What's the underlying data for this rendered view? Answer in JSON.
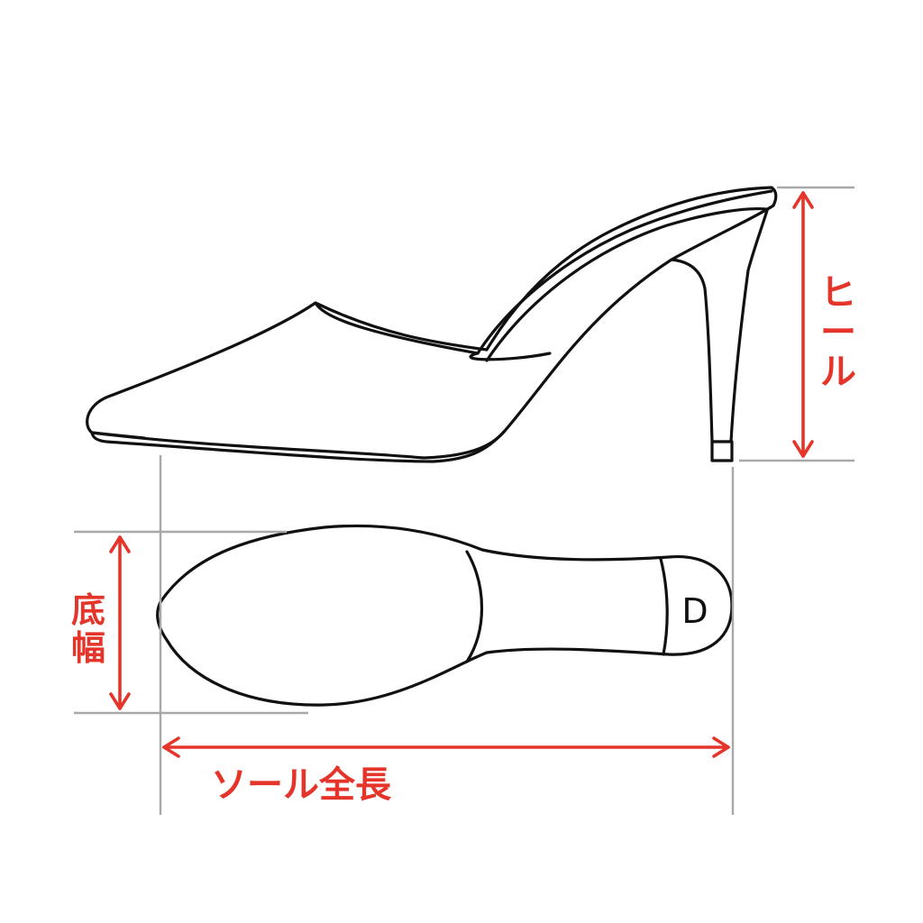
{
  "labels": {
    "heel": "ヒール",
    "sole_width": "底幅",
    "sole_length": "ソール全長"
  },
  "sole_mark": "D",
  "colors": {
    "accent": "#e5352b",
    "line": "#111111",
    "guide": "#a8a8a8"
  }
}
